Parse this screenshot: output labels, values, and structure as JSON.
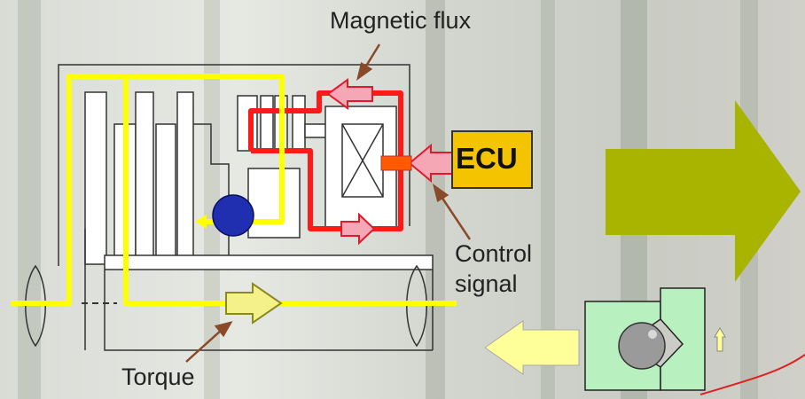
{
  "labels": {
    "magnetic_flux": "Magnetic flux",
    "ecu": "ECU",
    "control_line1": "Control",
    "control_line2": "signal",
    "torque": "Torque"
  },
  "colors": {
    "flux_path": "#ff1a1a",
    "torque_path": "#ffff00",
    "ecu_box": "#f5c400",
    "big_arrow": "#a8b400",
    "ball": "#1f2fb0",
    "leader": "#8a4a2a",
    "cam_block": "#b8f0c0"
  }
}
